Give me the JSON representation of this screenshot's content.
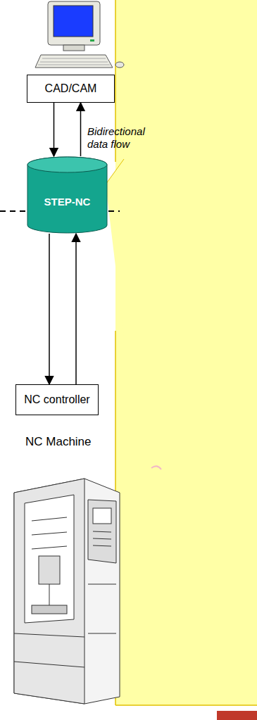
{
  "diagram": {
    "nodes": [
      {
        "text": [
          "CAD/CAM"
        ]
      },
      {
        "text": [
          "STEP-NC"
        ]
      },
      {
        "text": [
          "NC controller"
        ]
      }
    ],
    "edges": [
      {
        "from": 0,
        "to": 1,
        "arrow": "to"
      },
      {
        "from": 1,
        "to": 0,
        "arrow": "to"
      },
      {
        "from": 1,
        "to": 2,
        "arrow": "to"
      },
      {
        "from": 2,
        "to": 1,
        "arrow": "to"
      }
    ],
    "labels": [
      "Bidirectional data flow",
      "NC Machine"
    ]
  }
}
